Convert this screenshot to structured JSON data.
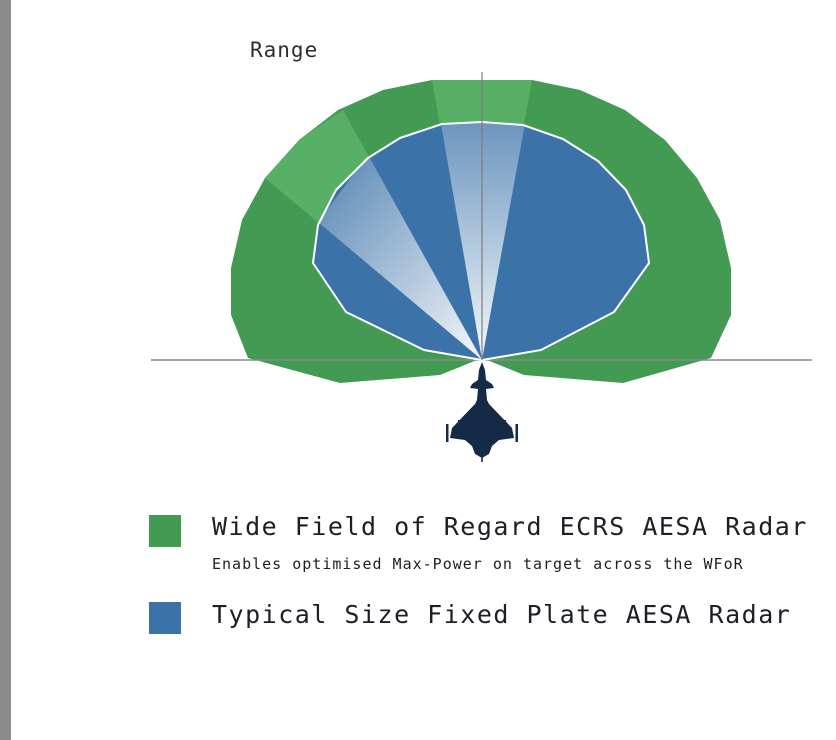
{
  "diagram": {
    "axis_label": "Range",
    "colors": {
      "wide_field": "#439a52",
      "fixed_plate": "#3b72a8",
      "aircraft": "#152a47",
      "axis": "#8a8a8a",
      "frame": "#8a8a8a"
    },
    "icons": {
      "aircraft": "aircraft-icon"
    }
  },
  "legend": {
    "items": [
      {
        "title": "Wide Field of Regard ECRS AESA Radar",
        "subtitle": "Enables optimised Max-Power on target across the WFoR",
        "color": "#439a52"
      },
      {
        "title": "Typical Size Fixed Plate AESA Radar",
        "color": "#3b72a8"
      }
    ]
  }
}
